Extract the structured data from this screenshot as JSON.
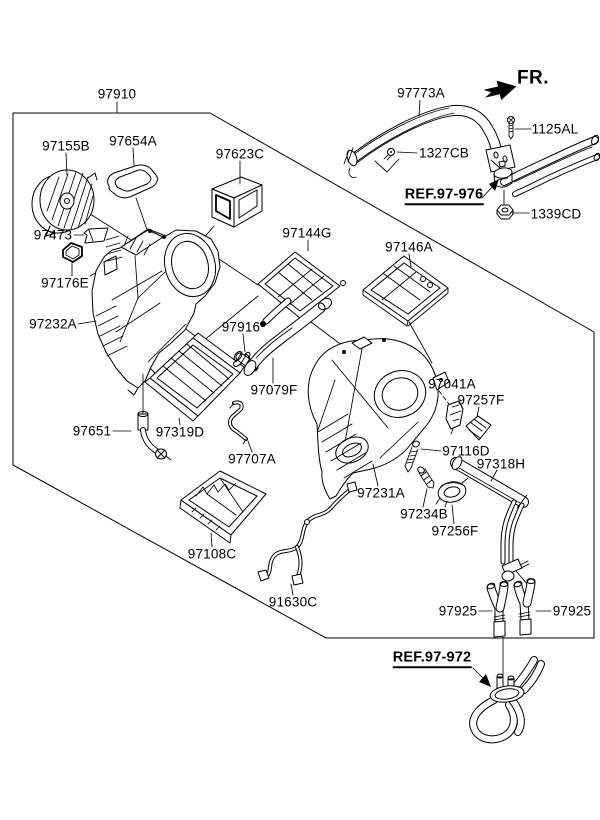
{
  "diagram": {
    "kind": "exploded-parts-diagram",
    "subject": "HVAC heater and blower unit assembly",
    "colors": {
      "ink": "#000000",
      "paper": "#ffffff"
    }
  },
  "direction": {
    "label": "FR."
  },
  "assembly": {
    "label": "97910"
  },
  "refs": {
    "ref976": "REF.97-976",
    "ref972": "REF.97-972"
  },
  "parts": {
    "p97155B": "97155B",
    "p97654A": "97654A",
    "p97623C": "97623C",
    "p97473": "97473",
    "p97176E": "97176E",
    "p97232A": "97232A",
    "p97144G": "97144G",
    "p97146A": "97146A",
    "p97916": "97916",
    "p97079F": "97079F",
    "p97319D": "97319D",
    "p97651": "97651",
    "p97707A": "97707A",
    "p97108C": "97108C",
    "p91630C": "91630C",
    "p97231A": "97231A",
    "p97041A": "97041A",
    "p97257F": "97257F",
    "p97116D": "97116D",
    "p97318H": "97318H",
    "p97234B": "97234B",
    "p97256F": "97256F",
    "p97925_left": "97925",
    "p97925_right": "97925",
    "p1125AL": "1125AL",
    "p1327CB": "1327CB",
    "p1339CD": "1339CD",
    "p97773A": "97773A"
  }
}
